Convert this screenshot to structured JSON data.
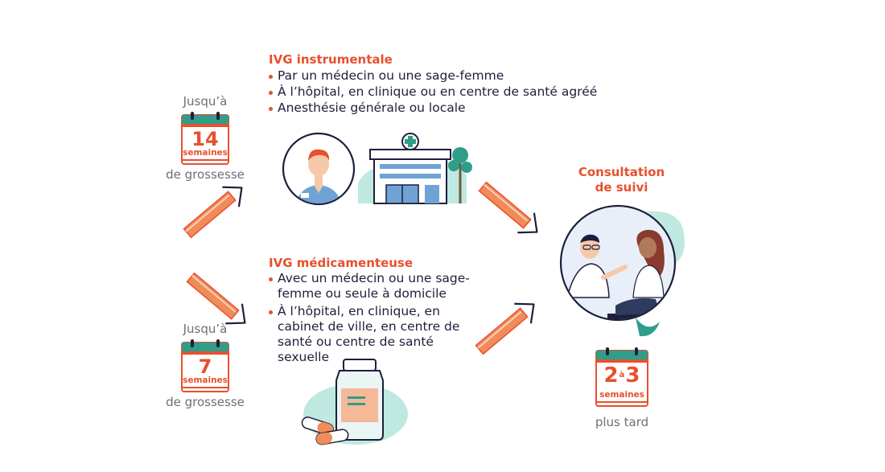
{
  "instrumental": {
    "title": "IVG instrumentale",
    "items": [
      "Par un médecin ou une sage-femme",
      "À l’hôpital, en clinique ou en centre de santé agréé",
      "Anesthésie générale ou locale"
    ]
  },
  "medicamenteuse": {
    "title": "IVG médicamenteuse",
    "items": [
      "Avec un médecin ou une sage-femme ou seule à domicile",
      "À l’hôpital, en clinique, en cabinet de ville, en centre de santé ou centre de santé sexuelle"
    ]
  },
  "deadline_instrumental": {
    "prefix": "Jusqu’à",
    "number": "14",
    "unit": "semaines",
    "suffix": "de grossesse"
  },
  "deadline_medicamenteuse": {
    "prefix": "Jusqu’à",
    "number": "7",
    "unit": "semaines",
    "suffix": "de grossesse"
  },
  "followup": {
    "title_line1": "Consultation",
    "title_line2": "de suivi",
    "from": "2",
    "connector": "à",
    "to": "3",
    "unit": "semaines",
    "suffix": "plus tard"
  },
  "colors": {
    "accent": "#e8502e",
    "navy": "#1e1e3c",
    "teal": "#2e9e8a",
    "mint": "#bfe8e0",
    "gray": "#6e6e78"
  }
}
